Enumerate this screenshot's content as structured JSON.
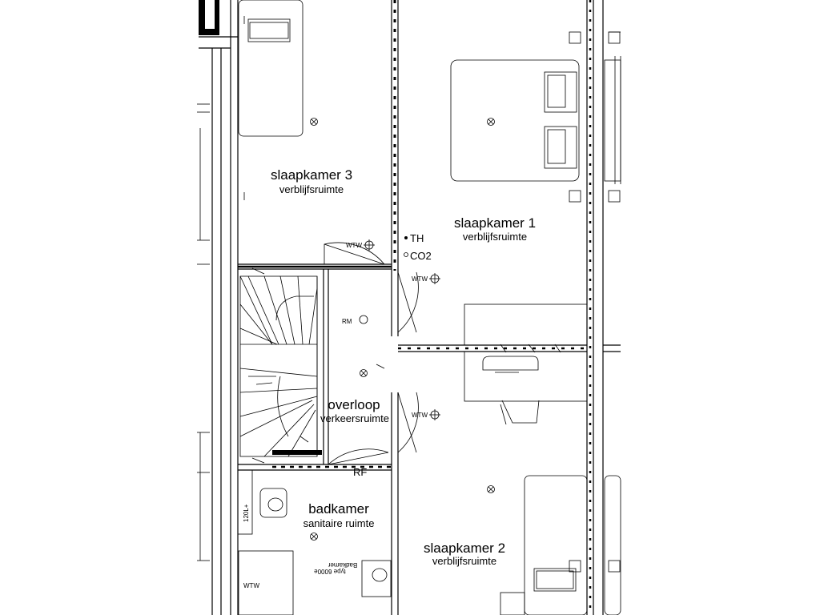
{
  "rooms": {
    "bedroom3": {
      "name": "slaapkamer 3",
      "type": "verblijfsruimte"
    },
    "bedroom1": {
      "name": "slaapkamer 1",
      "type": "verblijfsruimte"
    },
    "bedroom2": {
      "name": "slaapkamer 2",
      "type": "verblijfsruimte"
    },
    "landing": {
      "name": "overloop",
      "type": "verkeersruimte"
    },
    "bathroom": {
      "name": "badkamer",
      "type": "sanitaire ruimte"
    }
  },
  "annotations": {
    "wtw": "WTW",
    "th": "TH",
    "co2": "CO2",
    "rm": "RM",
    "rf": "RF",
    "boiler": "120L+",
    "bath_line1": "Badkamer",
    "bath_line2": "type 6000e"
  }
}
